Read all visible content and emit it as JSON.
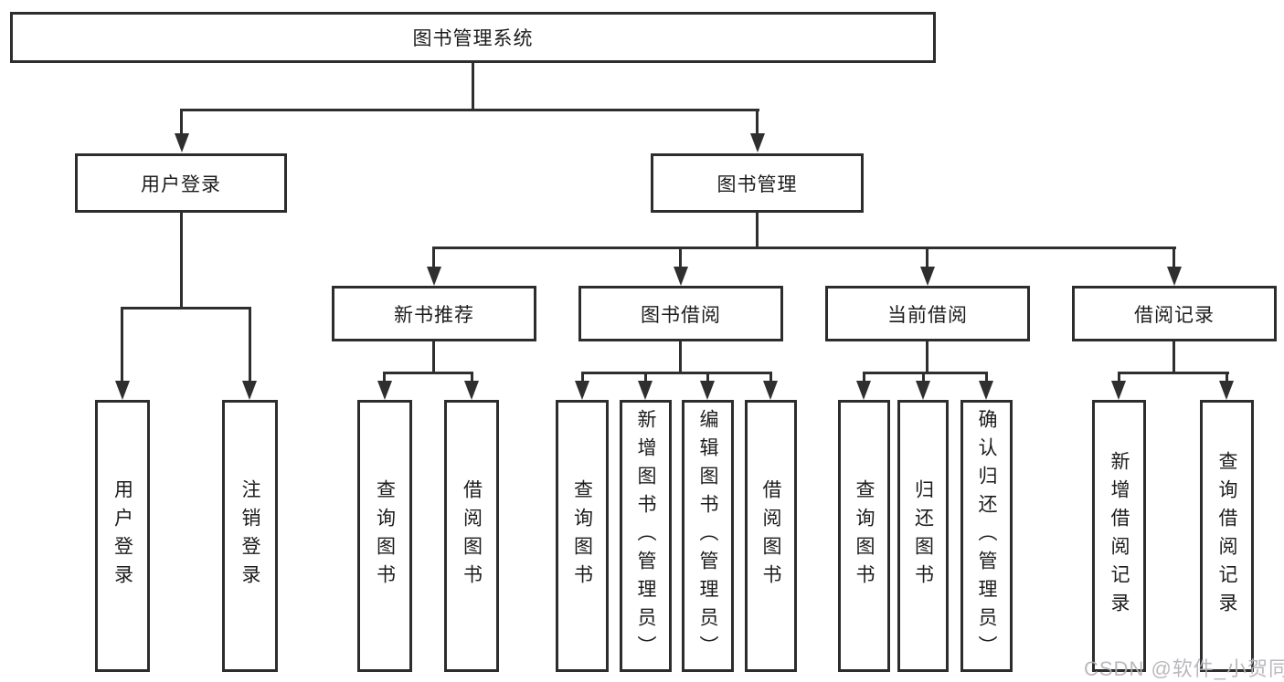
{
  "diagram": {
    "title": "图书管理系统",
    "type": "hierarchy-tree",
    "colors": {
      "line": "#2f2f2f",
      "box_border": "#2d2d2d",
      "box_background": "#ffffff",
      "text": "#1c1c1c",
      "watermark": "#b2b2b8"
    },
    "nodes": {
      "root": {
        "label": "图书管理系统"
      },
      "user_login": {
        "label": "用户登录"
      },
      "book_management": {
        "label": "图书管理"
      },
      "new_book_recommendation": {
        "label": "新书推荐"
      },
      "book_borrowing": {
        "label": "图书借阅"
      },
      "current_borrowing": {
        "label": "当前借阅"
      },
      "borrowing_records": {
        "label": "借阅记录"
      },
      "user_login_leaves": [
        {
          "label": "用户登录"
        },
        {
          "label": "注销登录"
        }
      ],
      "new_book_leaves": [
        {
          "label": "查询图书"
        },
        {
          "label": "借阅图书"
        }
      ],
      "book_borrowing_leaves": [
        {
          "label": "查询图书"
        },
        {
          "label": "新增图书（管理员）"
        },
        {
          "label": "编辑图书（管理员）"
        },
        {
          "label": "借阅图书"
        }
      ],
      "current_borrowing_leaves": [
        {
          "label": "查询图书"
        },
        {
          "label": "归还图书"
        },
        {
          "label": "确认归还（管理员）"
        }
      ],
      "borrowing_records_leaves": [
        {
          "label": "新增借阅记录"
        },
        {
          "label": "查询借阅记录"
        }
      ]
    },
    "watermark": "CSDN @软件_小贺同学"
  }
}
